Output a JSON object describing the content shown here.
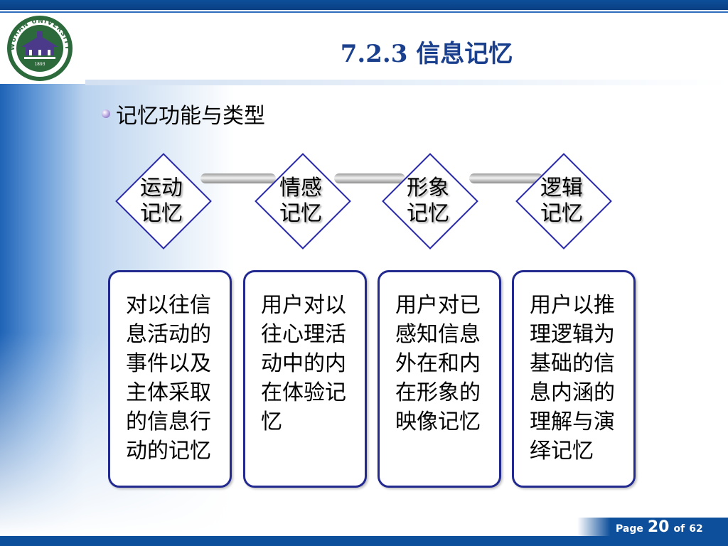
{
  "logo": {
    "icon": "university-seal-icon",
    "ring_text": "WUHAN UNIVERSITY",
    "year": "1893"
  },
  "title": "7.2.3 信息记忆",
  "bullet": {
    "text": "记忆功能与类型"
  },
  "types": [
    {
      "line1": "运动",
      "line2": "记忆",
      "description": "对以往信息活动的事件以及主体采取的信息行动的记忆"
    },
    {
      "line1": "情感",
      "line2": "记忆",
      "description": "用户对以往心理活动中的内在体验记忆"
    },
    {
      "line1": "形象",
      "line2": "记忆",
      "description": "用户对已感知信息外在和内在形象的映像记忆"
    },
    {
      "line1": "逻辑",
      "line2": "记忆",
      "description": "用户以推理逻辑为基础的信息内涵的理解与演绎记忆"
    }
  ],
  "footer": {
    "page_label": "Page",
    "page_number": "20",
    "of_label": "of",
    "total_pages": "62"
  },
  "colors": {
    "title": "#1a3f8c",
    "frame_blue": "#0d4f9a",
    "border": "#222a8f"
  }
}
